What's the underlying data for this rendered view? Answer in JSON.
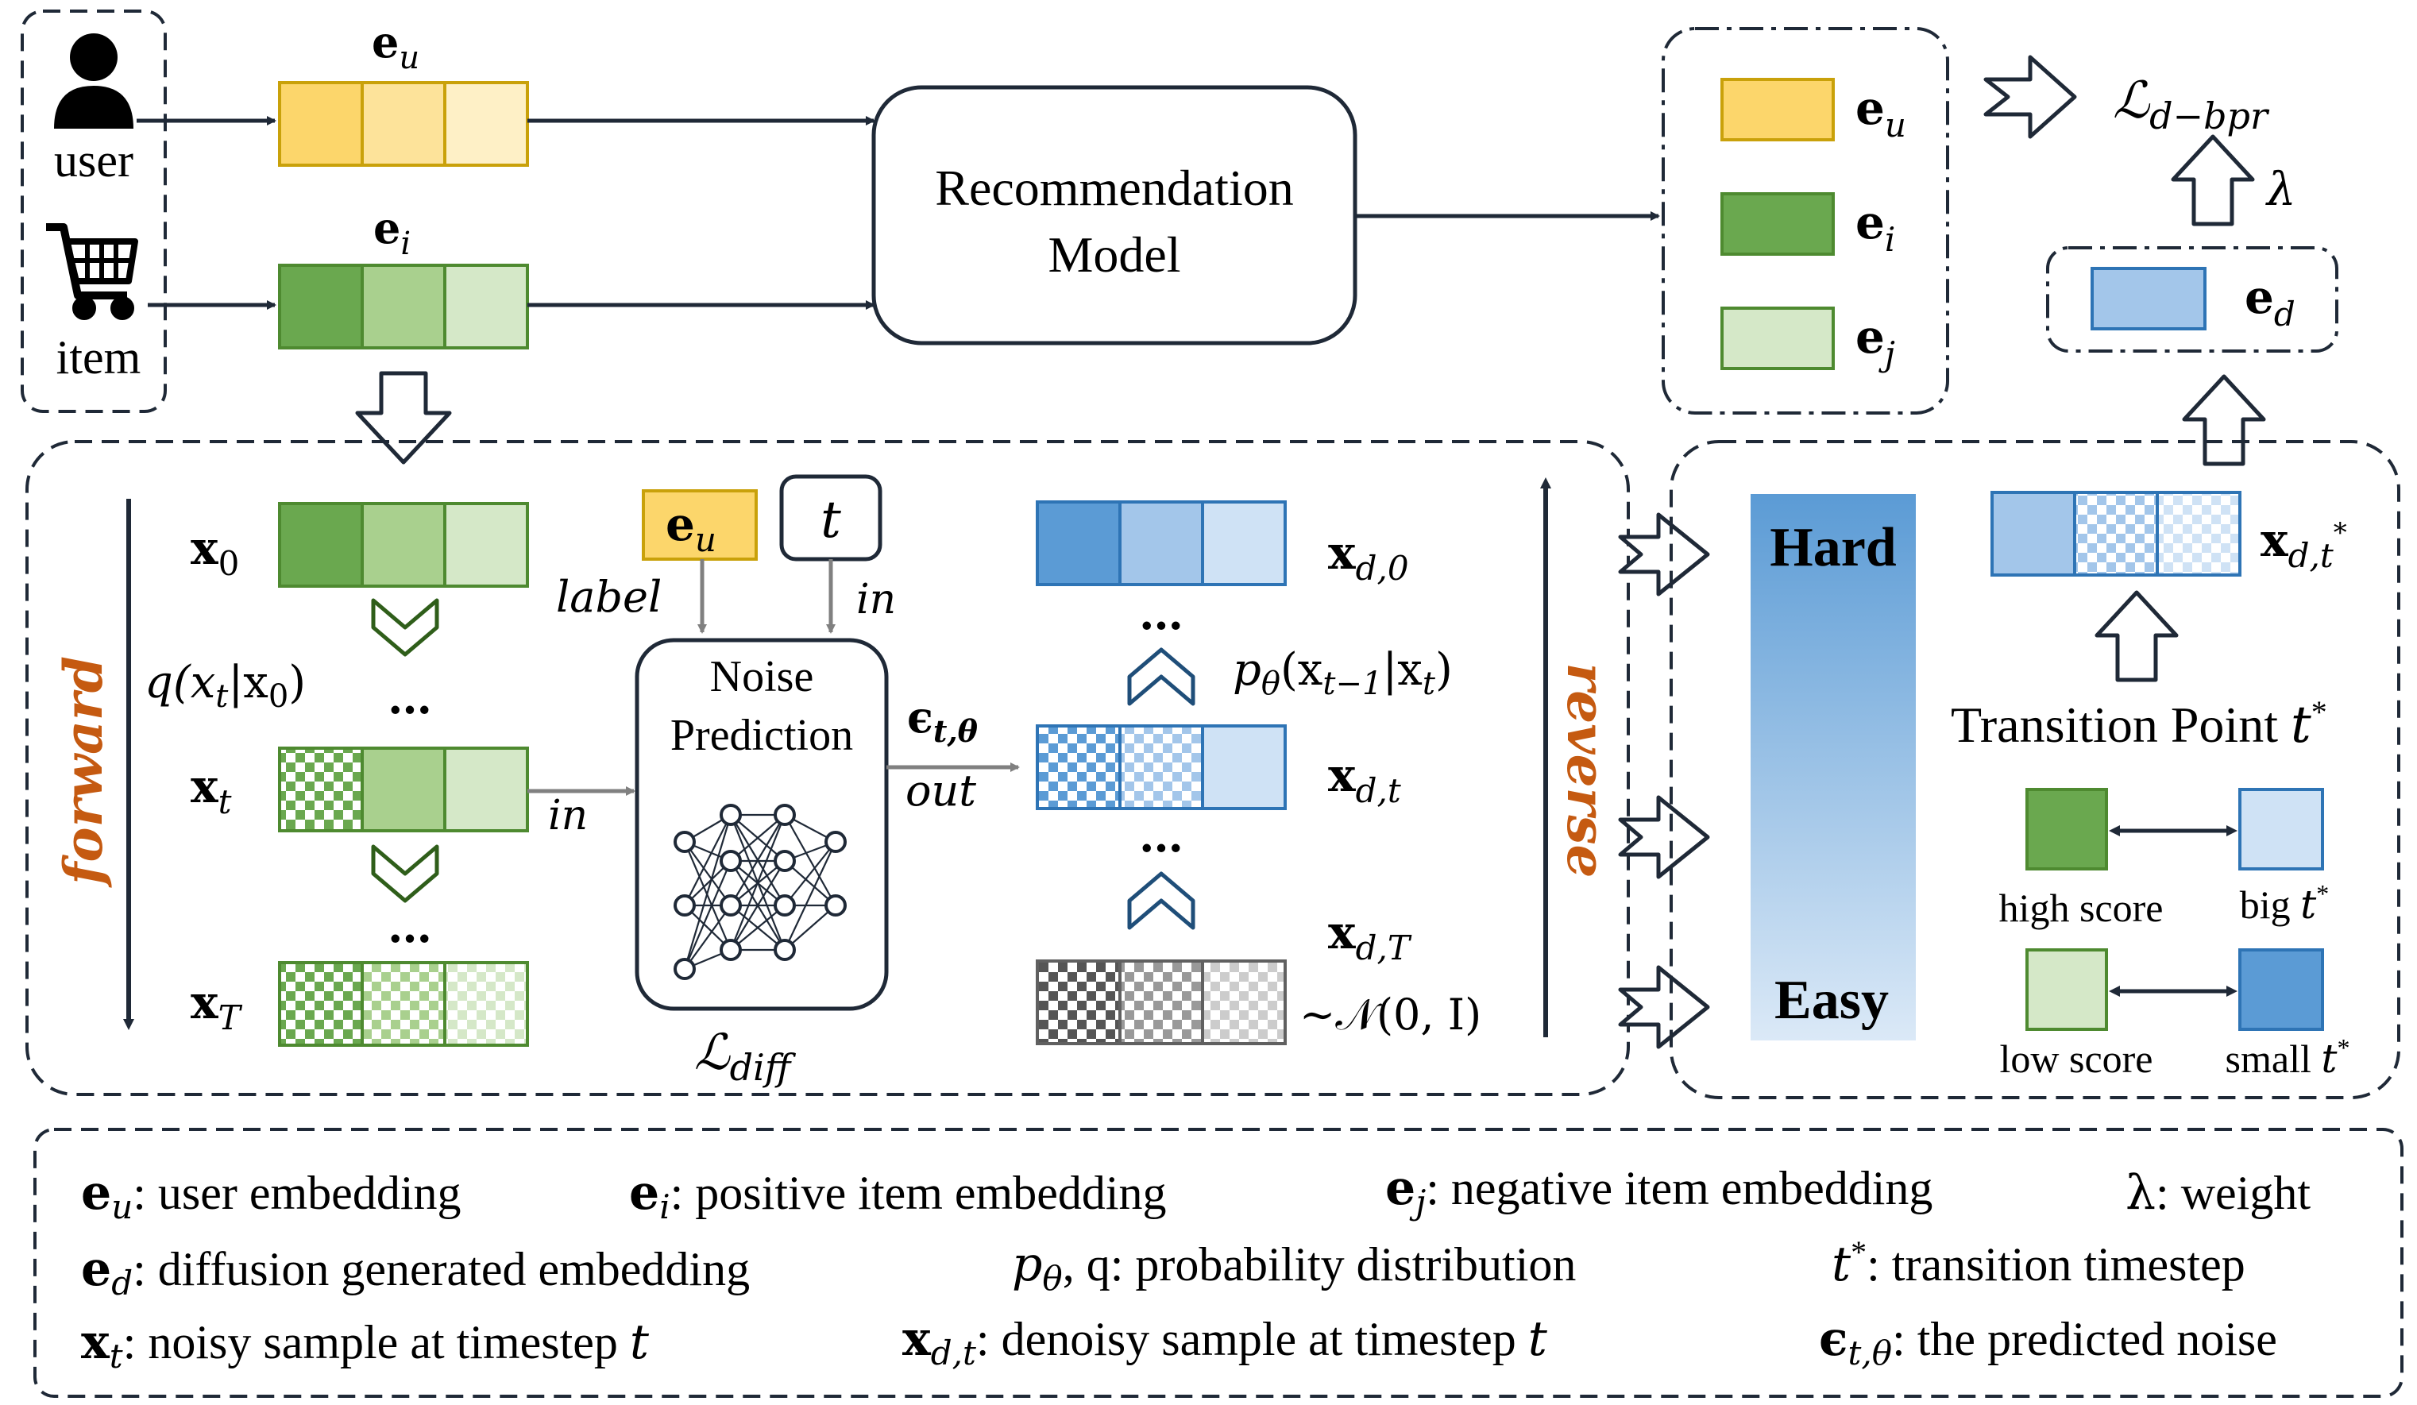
{
  "colors": {
    "user_yellow": [
      "#fcd66b",
      "#fde39a",
      "#fef0c6"
    ],
    "user_border": "#c9a10a",
    "item_green": [
      "#6aa84f",
      "#a9d08e",
      "#d5e8c8"
    ],
    "item_border": "#4e8a30",
    "diff_blue": [
      "#5b9bd5",
      "#a3c6ea",
      "#cfe2f5"
    ],
    "diff_border": "#2e74b5",
    "grey_border": "#606060",
    "orange_text": "#c55a11",
    "line": "#1f2937"
  },
  "inputs": {
    "user_label": "user",
    "item_label": "item",
    "eu_label": "e",
    "eu_sub": "u",
    "ei_label": "e",
    "ei_sub": "i"
  },
  "rec_model": {
    "line1": "Recommendation",
    "line2": "Model"
  },
  "outputs": {
    "eu": {
      "base": "e",
      "sub": "u"
    },
    "ei": {
      "base": "e",
      "sub": "i"
    },
    "ej": {
      "base": "e",
      "sub": "j"
    },
    "ed": {
      "base": "e",
      "sub": "d"
    },
    "loss": {
      "base": "ℒ",
      "sub": "d−bpr"
    },
    "lambda": "λ"
  },
  "forward": {
    "word": "forward",
    "x0": {
      "base": "x",
      "sub": "0"
    },
    "xt": {
      "base": "x",
      "sub": "t"
    },
    "xT": {
      "base": "x",
      "sub": "T"
    },
    "q_text": "q(x",
    "q_t": "t",
    "q_mid": "|x",
    "q_0": "0",
    "q_end": ")",
    "dots": "…"
  },
  "noise": {
    "label_word": "label",
    "in_word": "in",
    "t_label": "t",
    "title1": "Noise",
    "title2": "Prediction",
    "eps": "ϵ",
    "eps_sub": "t,θ",
    "out_word": "out",
    "loss_base": "ℒ",
    "loss_sub": "diff",
    "eu_base": "e",
    "eu_sub": "u"
  },
  "reverse": {
    "word": "reverse",
    "xd0": {
      "base": "x",
      "sub": "d,0"
    },
    "xdt": {
      "base": "x",
      "sub": "d,t"
    },
    "xdT": {
      "base": "x",
      "sub": "d,T"
    },
    "p_text": "p",
    "p_theta": "θ",
    "p_mid": "(x",
    "p_sub1": "t−1",
    "p_bar": "|x",
    "p_sub2": "t",
    "p_end": ")",
    "normal": "∼𝒩(0, I)",
    "dots": "…"
  },
  "transition": {
    "hard": "Hard",
    "easy": "Easy",
    "xdts": {
      "base": "x",
      "sub": "d,t",
      "sup": "*"
    },
    "title": "Transition Point ",
    "title_t": "t",
    "title_sup": "*",
    "high_score": "high score",
    "big_t": "big ",
    "low_score": "low score",
    "small_t": "small ",
    "t": "t",
    "star": "*"
  },
  "legend": [
    {
      "sym": "e",
      "sub": "u",
      "text": ": user embedding"
    },
    {
      "sym": "e",
      "sub": "i",
      "text": ": positive item embedding"
    },
    {
      "sym": "e",
      "sub": "j",
      "text": ": negative item embedding"
    },
    {
      "sym": "λ",
      "sub": "",
      "text": ": weight"
    },
    {
      "sym": "e",
      "sub": "d",
      "text": ": diffusion generated embedding"
    },
    {
      "sym": "p",
      "sub": "θ",
      "text": ", q: probability distribution"
    },
    {
      "sym": "t",
      "sub": "",
      "sup": "*",
      "text": ": transition timestep"
    },
    {
      "sym": "x",
      "sub": "t",
      "text": ": noisy sample at timestep ",
      "tail": "t"
    },
    {
      "sym": "x",
      "sub": "d,t",
      "text": ": denoisy sample at timestep ",
      "tail": "t"
    },
    {
      "sym": "ϵ",
      "sub": "t,θ",
      "text": ": the predicted noise"
    }
  ]
}
